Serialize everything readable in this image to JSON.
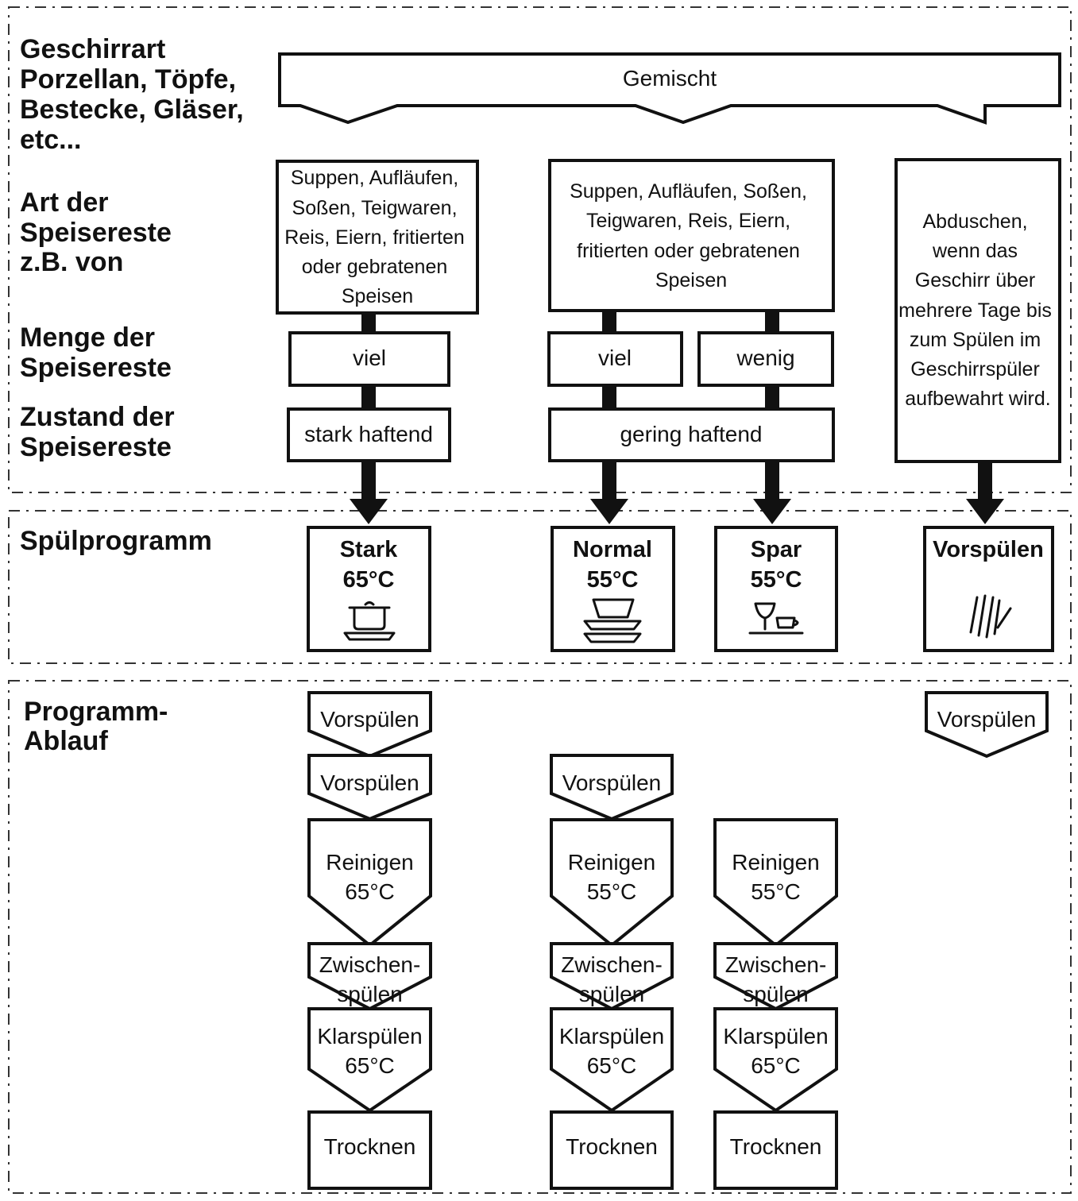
{
  "labels": {
    "geschirrart": [
      "Geschirrart",
      "Porzellan, Töpfe,",
      "Bestecke, Gläser,",
      "etc..."
    ],
    "art": [
      "Art der",
      "Speisereste",
      "z.B. von"
    ],
    "menge": [
      "Menge der",
      "Speisereste"
    ],
    "zustand": [
      "Zustand der",
      "Speisereste"
    ],
    "spuelprogramm": "Spülprogramm",
    "ablauf": [
      "Programm-",
      "Ablauf"
    ]
  },
  "header": "Gemischt",
  "art_boxes": {
    "a": [
      "Suppen, Aufläufen,",
      "Soßen, Teigwaren,",
      "Reis, Eiern, fritierten",
      "oder gebratenen",
      "Speisen"
    ],
    "b": [
      "Suppen, Aufläufen, Soßen,",
      "Teigwaren, Reis, Eiern,",
      "fritierten oder gebratenen",
      "Speisen"
    ],
    "c": [
      "Abduschen,",
      "wenn das",
      "Geschirr über",
      "mehrere Tage bis",
      "zum Spülen im",
      "Geschirrspüler",
      "aufbewahrt wird."
    ]
  },
  "menge": {
    "a": "viel",
    "b": "viel",
    "c": "wenig"
  },
  "zustand": {
    "a": "stark haftend",
    "b": "gering haftend"
  },
  "programs": [
    {
      "name": "Stark",
      "temp": "65°C",
      "icon": "pot-icon"
    },
    {
      "name": "Normal",
      "temp": "55°C",
      "icon": "dishes-icon"
    },
    {
      "name": "Spar",
      "temp": "55°C",
      "icon": "glass-cup-icon"
    },
    {
      "name": "Vorspülen",
      "temp": "",
      "icon": "shower-icon"
    }
  ],
  "steps": {
    "stark": [
      [
        "Vorspülen"
      ],
      [
        "Vorspülen"
      ],
      [
        "Reinigen",
        "65°C"
      ],
      [
        "Zwischen-",
        "spülen"
      ],
      [
        "Klarspülen",
        "65°C"
      ],
      [
        "Trocknen"
      ]
    ],
    "normal": [
      [
        "Vorspülen"
      ],
      [
        "Reinigen",
        "55°C"
      ],
      [
        "Zwischen-",
        "spülen"
      ],
      [
        "Klarspülen",
        "65°C"
      ],
      [
        "Trocknen"
      ]
    ],
    "spar": [
      [
        "Reinigen",
        "55°C"
      ],
      [
        "Zwischen-",
        "spülen"
      ],
      [
        "Klarspülen",
        "65°C"
      ],
      [
        "Trocknen"
      ]
    ],
    "vorspuelen": [
      [
        "Vorspülen"
      ]
    ]
  }
}
